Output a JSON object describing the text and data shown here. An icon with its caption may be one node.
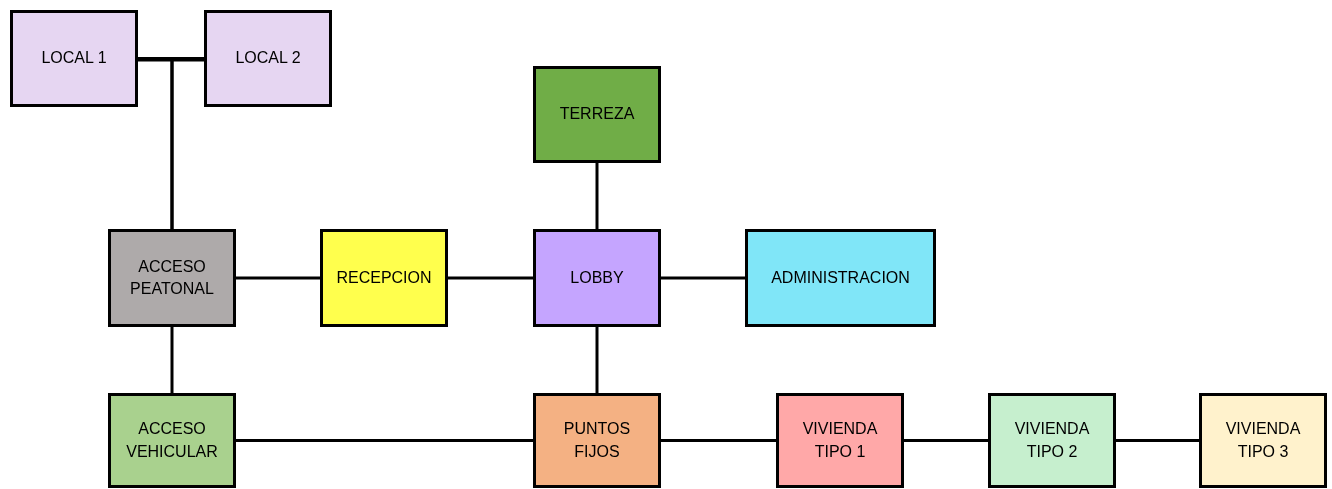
{
  "diagram": {
    "nodes": [
      {
        "text": [
          "LOCAL 1"
        ]
      },
      {
        "text": [
          "LOCAL 2"
        ]
      },
      {
        "text": [
          "TERREZA"
        ]
      },
      {
        "text": [
          "ACCESO PEATONAL"
        ]
      },
      {
        "text": [
          "RECEPCION"
        ]
      },
      {
        "text": [
          "LOBBY"
        ]
      },
      {
        "text": [
          "ADMINISTRACION"
        ]
      },
      {
        "text": [
          "ACCESO VEHICULAR"
        ]
      },
      {
        "text": [
          "PUNTOS FIJOS"
        ]
      },
      {
        "text": [
          "VIVIENDA TIPO 1"
        ]
      },
      {
        "text": [
          "VIVIENDA TIPO 2"
        ]
      },
      {
        "text": [
          "VIVIENDA TIPO 3"
        ]
      }
    ],
    "edges": [
      {
        "from": 0,
        "to": 1,
        "arrow": "none"
      },
      {
        "from": 0,
        "to": 3,
        "arrow": "none"
      },
      {
        "from": 1,
        "to": 3,
        "arrow": "none"
      },
      {
        "from": 2,
        "to": 5,
        "arrow": "none"
      },
      {
        "from": 3,
        "to": 4,
        "arrow": "none"
      },
      {
        "from": 4,
        "to": 5,
        "arrow": "none"
      },
      {
        "from": 5,
        "to": 6,
        "arrow": "none"
      },
      {
        "from": 3,
        "to": 7,
        "arrow": "none"
      },
      {
        "from": 5,
        "to": 8,
        "arrow": "none"
      },
      {
        "from": 7,
        "to": 8,
        "arrow": "none"
      },
      {
        "from": 8,
        "to": 9,
        "arrow": "none"
      },
      {
        "from": 9,
        "to": 10,
        "arrow": "none"
      },
      {
        "from": 10,
        "to": 11,
        "arrow": "none"
      }
    ]
  }
}
